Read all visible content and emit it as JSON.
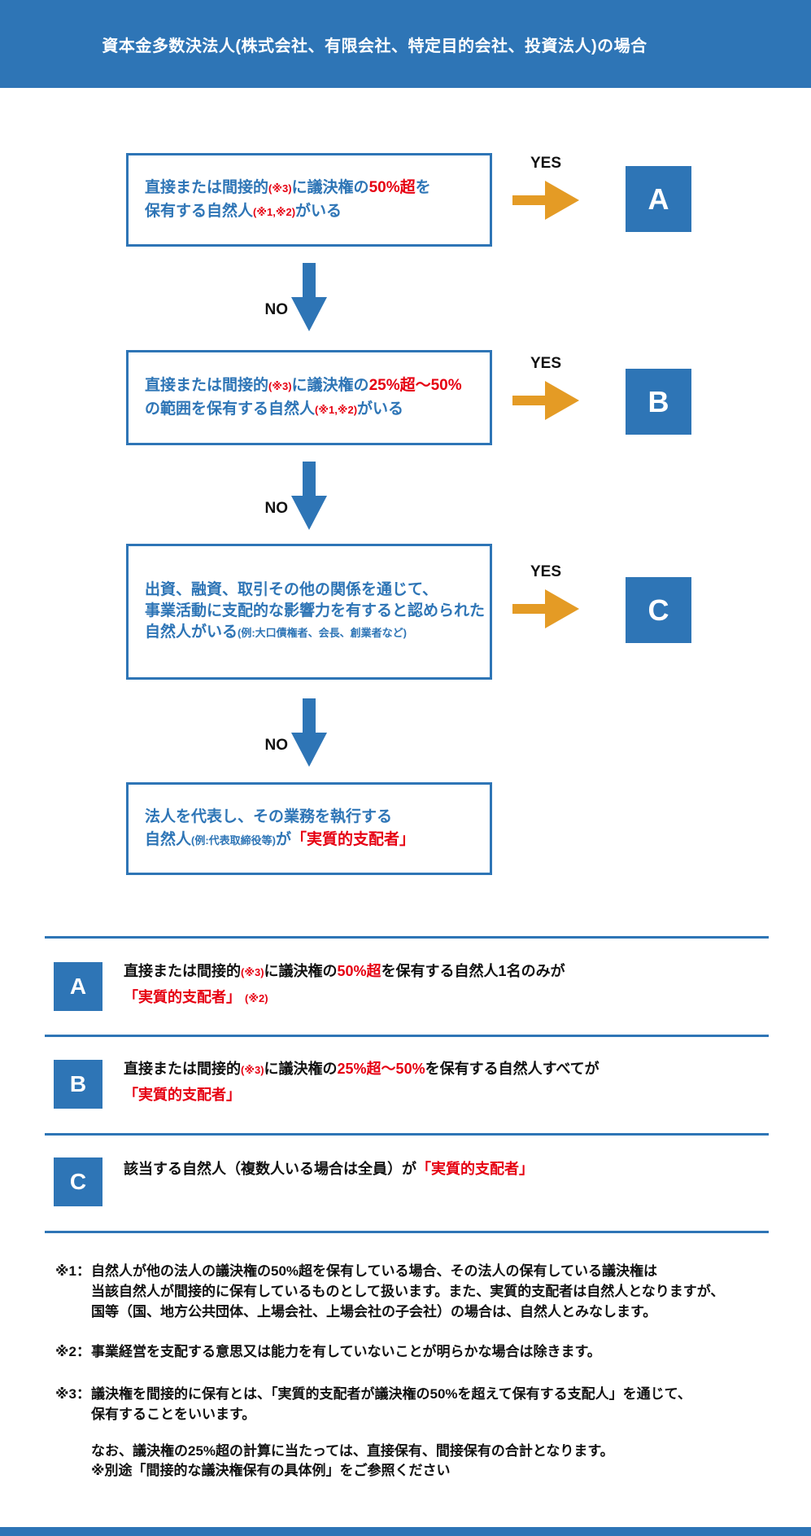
{
  "colors": {
    "blue": "#2E75B6",
    "orange": "#E49B25",
    "red": "#E60012"
  },
  "header": {
    "title": "資本金多数決法人(株式会社、有限会社、特定目的会社、投資法人)の場合"
  },
  "flow": {
    "yes": "YES",
    "no": "NO",
    "node_a": "A",
    "node_b": "B",
    "node_c": "C",
    "box1": {
      "s1": "直接または間接的",
      "s2": "(※3)",
      "s3": "に議決権の",
      "s4": "50%超",
      "s5": "を",
      "s6": "保有する自然人",
      "s7": "(※1,※2)",
      "s8": "がいる"
    },
    "box2": {
      "s1": "直接または間接的",
      "s2": "(※3)",
      "s3": "に議決権の",
      "s4": "25%超～50%",
      "s5": "の範囲を保有する自然人",
      "s6": "(※1,※2)",
      "s7": "がいる"
    },
    "box3": {
      "s1": "出資、融資、取引その他の関係を通じて、",
      "s2": "事業活動に支配的な影響力を有すると認められた",
      "s3": "自然人がいる",
      "s4": "(例:大口債権者、会長、創業者など)"
    },
    "box4": {
      "s1": "法人を代表し、その業務を執行する",
      "s2": "自然人",
      "s3": "(例:代表取締役等)",
      "s4": "が",
      "s5": "「実質的支配者」"
    }
  },
  "results": {
    "a": {
      "badge": "A",
      "s1": "直接または間接的",
      "s2": "(※3)",
      "s3": "に議決権の",
      "s4": "50%超",
      "s5": "を保有する自然人1名のみが",
      "s6": "「実質的支配者」",
      "s7": "(※2)"
    },
    "b": {
      "badge": "B",
      "s1": "直接または間接的",
      "s2": "(※3)",
      "s3": "に議決権の",
      "s4": "25%超～50%",
      "s5": "を保有する自然人すべてが",
      "s6": "「実質的支配者」"
    },
    "c": {
      "badge": "C",
      "s1": "該当する自然人（複数人いる場合は全員）が",
      "s2": "「実質的支配者」"
    }
  },
  "footnotes": {
    "n1": {
      "label": "※1：",
      "l1": "自然人が他の法人の議決権の50%超を保有している場合、その法人の保有している議決権は",
      "l2": "当該自然人が間接的に保有しているものとして扱います。また、実質的支配者は自然人となりますが、",
      "l3": "国等（国、地方公共団体、上場会社、上場会社の子会社）の場合は、自然人とみなします。"
    },
    "n2": {
      "label": "※2：",
      "l1": "事業経営を支配する意思又は能力を有していないことが明らかな場合は除きます。"
    },
    "n3": {
      "label": "※3：",
      "l1": "議決権を間接的に保有とは、「実質的支配者が議決権の50%を超えて保有する支配人」を通じて、",
      "l2": "保有することをいいます。"
    },
    "n4": {
      "l1": "なお、議決権の25%超の計算に当たっては、直接保有、間接保有の合計となります。",
      "l2": "※別途「間接的な議決権保有の具体例」をご参照ください"
    }
  }
}
